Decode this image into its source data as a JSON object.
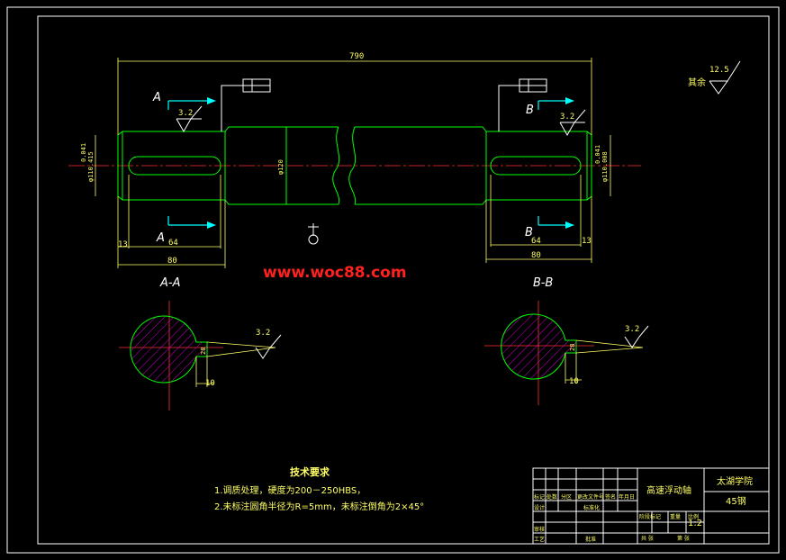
{
  "drawing": {
    "overall_length": "790",
    "section_a_label": "A-A",
    "section_b_label": "B-B",
    "cut_a": "A",
    "cut_b": "B",
    "roughness_shaft": "3.2",
    "roughness_section": "3.2",
    "roughness_rest_value": "12.5",
    "roughness_rest_text": "其余",
    "dim_left_80": "80",
    "dim_left_64": "64",
    "dim_left_13": "13",
    "dim_right_80": "80",
    "dim_right_64": "64",
    "dim_right_13": "13",
    "dim_keyway_depth_a": "28",
    "dim_keyway_depth_b": "28",
    "dim_keyway_width_a": "10",
    "dim_keyway_width_b": "10",
    "diam_left": "φ110.415",
    "diam_mid": "φ120",
    "diam_right": "φ110.008",
    "tol_left": "0.041",
    "tol_right": "0.041",
    "watermark": "www.woc88.com"
  },
  "notes": {
    "heading": "技术要求",
    "line1": "1.调质处理，硬度为200－250HBS，",
    "line2": "2.未标注圆角半径为R=5mm，未标注倒角为2×45°"
  },
  "title_block": {
    "part_name": "高速浮动轴",
    "school": "太湖学院",
    "material": "45钢",
    "scale": "1:2",
    "label_design": "设计",
    "label_check": "审核",
    "label_process": "工艺",
    "label_approve": "批准",
    "label_standard": "标准化",
    "label_mark": "标记",
    "label_count": "处数",
    "label_zone": "分区",
    "label_doc": "更改文件号",
    "label_sign": "签名",
    "label_date": "年月日",
    "label_stage": "阶段标记",
    "label_weight": "重量",
    "label_scale": "比例",
    "label_sheets": "共 张",
    "label_sheet": "第 张"
  },
  "colors": {
    "background": "#000000",
    "outline": "#00ff00",
    "frame": "#ffffff",
    "dimension": "#ffff66",
    "centerline": "#ff3030",
    "section_arrow": "#00ffff",
    "hatch": "#cc00cc",
    "watermark": "#ff2020"
  }
}
